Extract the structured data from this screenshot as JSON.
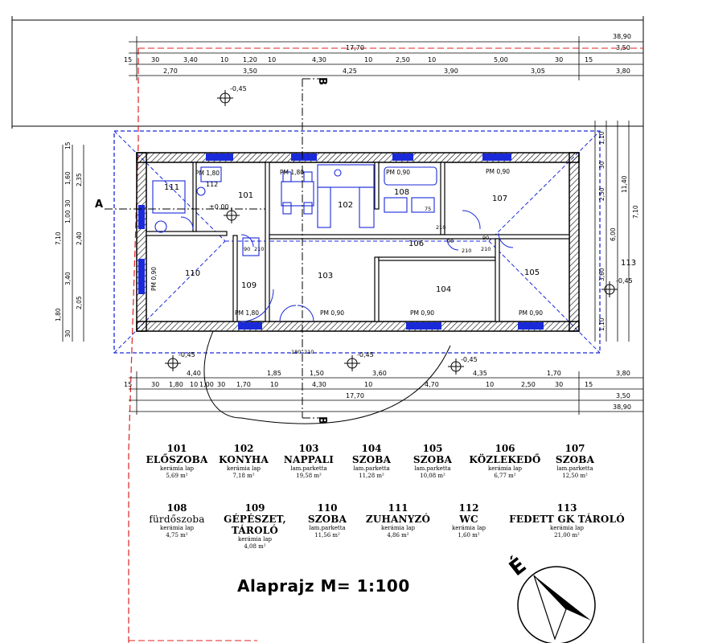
{
  "title": "Alaprajz  M= 1:100",
  "north_label": "É",
  "section_labels": {
    "a": "A",
    "b": "B"
  },
  "dims_top": {
    "overall_outer": "38,90",
    "overall_mid": "3,50",
    "overall": "17,70",
    "row1": [
      "15",
      "30",
      "3,40",
      "10",
      "1,20",
      "10",
      "4,30",
      "10",
      "2,50",
      "10",
      "5,00",
      "30",
      "15"
    ],
    "row2": [
      "2,70",
      "3,50",
      "4,25",
      "3,90",
      "3,05"
    ],
    "right": "3,80"
  },
  "dims_bottom": {
    "row1": [
      "4,40",
      "1,85",
      "1,50",
      "3,60",
      "4,35",
      "1,70"
    ],
    "row2": [
      "15",
      "30",
      "1,80",
      "10",
      "1,00",
      "30",
      "1,70",
      "10",
      "4,30",
      "10",
      "4,70",
      "10",
      "2,50",
      "30",
      "15"
    ],
    "overall": "17,70",
    "right_a": "3,80",
    "right_b": "3,50",
    "overall_outer": "38,90"
  },
  "dims_left": [
    "15",
    "1,60",
    "2,35",
    "30",
    "1,00",
    "2,40",
    "7,10",
    "3,40",
    "1,80",
    "2,05",
    "30"
  ],
  "dims_right": [
    "1,10",
    "30",
    "11,40",
    "2,50",
    "6,00",
    "7,10",
    "3,60",
    "1,10",
    "113"
  ],
  "levels": [
    "-0,45",
    "±0,00",
    "-0,45",
    "-0,45",
    "-0,45",
    "-0,45"
  ],
  "plan_rooms": {
    "r101": "101",
    "r102": "102",
    "r103": "103",
    "r104": "104",
    "r105": "105",
    "r106": "106",
    "r107": "107",
    "r108": "108",
    "r109": "109",
    "r110": "110",
    "r111": "111",
    "r112": "112",
    "r113": "113"
  },
  "pm_labels": [
    "PM 1,80",
    "PM 1,80",
    "PM 0,90",
    "PM 0,90",
    "PM 1,80",
    "PM 0,90",
    "PM 0,90",
    "PM 0,90",
    "PM 0,90"
  ],
  "door_labels": [
    "90",
    "210",
    "75",
    "210",
    "90",
    "210",
    "210",
    "90",
    "180",
    "210"
  ],
  "rooms": [
    {
      "num": "101",
      "name": "ELŐSZOBA",
      "material": "kerámia lap",
      "area": "5,69 m²"
    },
    {
      "num": "102",
      "name": "KONYHA",
      "material": "kerámia lap",
      "area": "7,18 m²"
    },
    {
      "num": "103",
      "name": "NAPPALI",
      "material": "lam.parketta",
      "area": "19,58 m²"
    },
    {
      "num": "104",
      "name": "SZOBA",
      "material": "lam.parketta",
      "area": "11,28 m²"
    },
    {
      "num": "105",
      "name": "SZOBA",
      "material": "lam.parketta",
      "area": "10,08 m²"
    },
    {
      "num": "106",
      "name": "KÖZLEKEDŐ",
      "material": "kerámia lap",
      "area": "6,77 m²"
    },
    {
      "num": "107",
      "name": "SZOBA",
      "material": "lam.parketta",
      "area": "12,50 m²"
    },
    {
      "num": "108",
      "name": "fürdőszoba",
      "material": "kerámia lap",
      "area": "4,75 m²"
    },
    {
      "num": "109",
      "name": "GÉPÉSZET,",
      "name2": "TÁROLÓ",
      "material": "kerámia lap",
      "area": "4,08 m²"
    },
    {
      "num": "110",
      "name": "SZOBA",
      "material": "lam.parketta",
      "area": "11,56 m²"
    },
    {
      "num": "111",
      "name": "ZUHANYZÓ",
      "material": "kerámia lap",
      "area": "4,86 m²"
    },
    {
      "num": "112",
      "name": "WC",
      "material": "kerámia lap",
      "area": "1,60 m²"
    },
    {
      "num": "113",
      "name": "FEDETT GK TÁROLÓ",
      "material": "kerámia lap",
      "area": "21,00 m²"
    }
  ]
}
